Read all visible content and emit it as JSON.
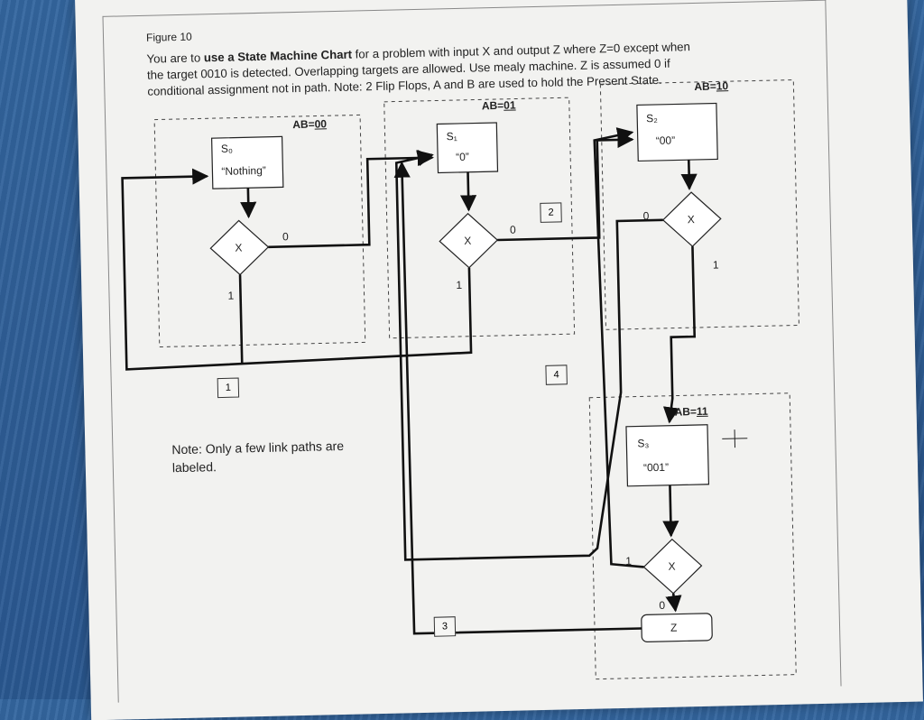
{
  "figure_label": "Figure 10",
  "intro": {
    "line1_pre": "You are to ",
    "line1_bold": "use a State Machine Chart",
    "line1_post": " for a problem with input X and output Z where Z=0 except when",
    "line2": "the target 0010 is detected.  Overlapping targets are allowed.  Use mealy machine.  Z is assumed 0 if",
    "line3": "conditional assignment not in path.  Note:  2 Flip Flops, A and B are used to hold the Present State."
  },
  "blocks": [
    {
      "id": "S0",
      "ab_prefix": "AB=",
      "ab_code": "00",
      "state": "S₀",
      "output": "“Nothing”",
      "decision": "X",
      "label0": "0",
      "label1": "1"
    },
    {
      "id": "S1",
      "ab_prefix": "AB=",
      "ab_code": "01",
      "state": "S₁",
      "output": "“0”",
      "decision": "X",
      "label0": "0",
      "label1": "1"
    },
    {
      "id": "S2",
      "ab_prefix": "AB=",
      "ab_code": "10",
      "state": "S₂",
      "output": "“00”",
      "decision": "X",
      "label0": "0",
      "label1": "1"
    },
    {
      "id": "S3",
      "ab_prefix": "AB=",
      "ab_code": "11",
      "state": "S₃",
      "output": "“001”",
      "decision": "X",
      "label0": "0",
      "label1": "1",
      "cond_output": "Z"
    }
  ],
  "path_labels": [
    "1",
    "2",
    "3",
    "4"
  ],
  "note": "Note:  Only a few link paths are labeled."
}
